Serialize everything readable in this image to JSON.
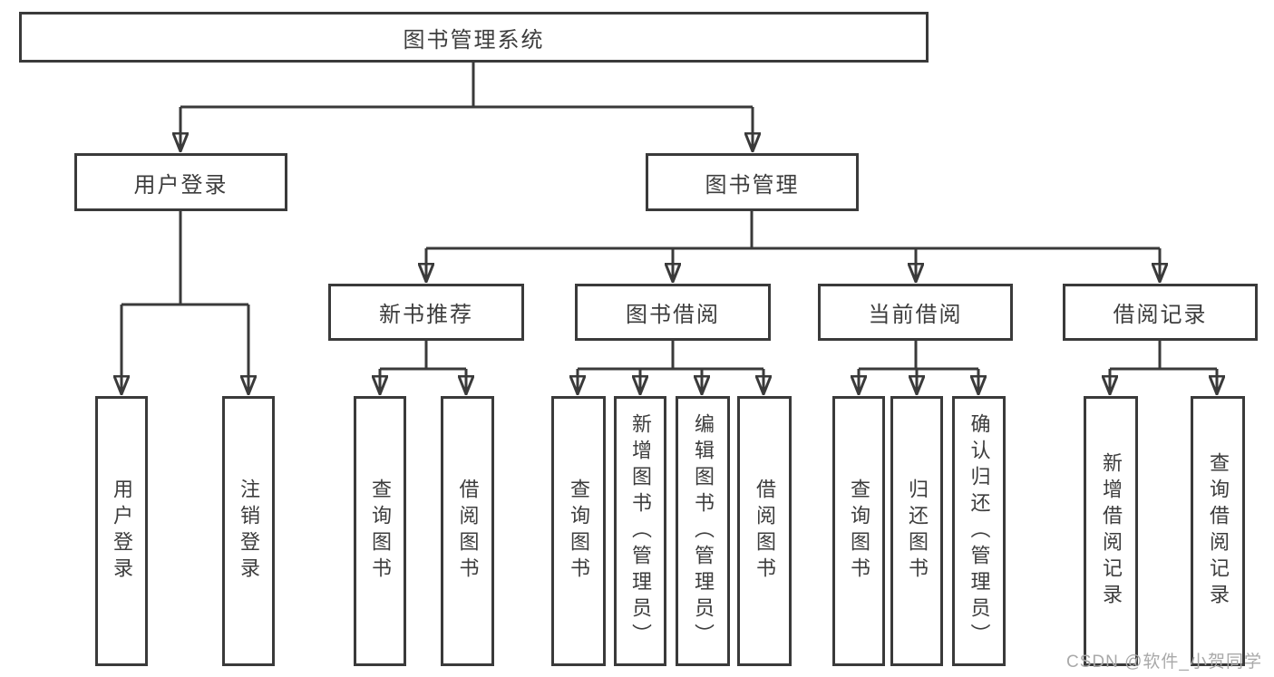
{
  "diagram": {
    "type": "tree-structure",
    "colors": {
      "line": "#3a3a3a",
      "text": "#3d3d3d",
      "box_background": "#ffffff",
      "watermark": "#a9a9a9"
    },
    "tree": {
      "label": "图书管理系统",
      "children": [
        {
          "label": "用户登录",
          "children": [
            {
              "label": "用户登录"
            },
            {
              "label": "注销登录"
            }
          ]
        },
        {
          "label": "图书管理",
          "children": [
            {
              "label": "新书推荐",
              "children": [
                {
                  "label": "查询图书"
                },
                {
                  "label": "借阅图书"
                }
              ]
            },
            {
              "label": "图书借阅",
              "children": [
                {
                  "label": "查询图书"
                },
                {
                  "label": "新增图书（管理员）"
                },
                {
                  "label": "编辑图书（管理员）"
                },
                {
                  "label": "借阅图书"
                }
              ]
            },
            {
              "label": "当前借阅",
              "children": [
                {
                  "label": "查询图书"
                },
                {
                  "label": "归还图书"
                },
                {
                  "label": "确认归还（管理员）"
                }
              ]
            },
            {
              "label": "借阅记录",
              "children": [
                {
                  "label": "新增借阅记录"
                },
                {
                  "label": "查询借阅记录"
                }
              ]
            }
          ]
        }
      ]
    },
    "watermark": {
      "text": "CSDN @软件_小贺同学"
    }
  }
}
